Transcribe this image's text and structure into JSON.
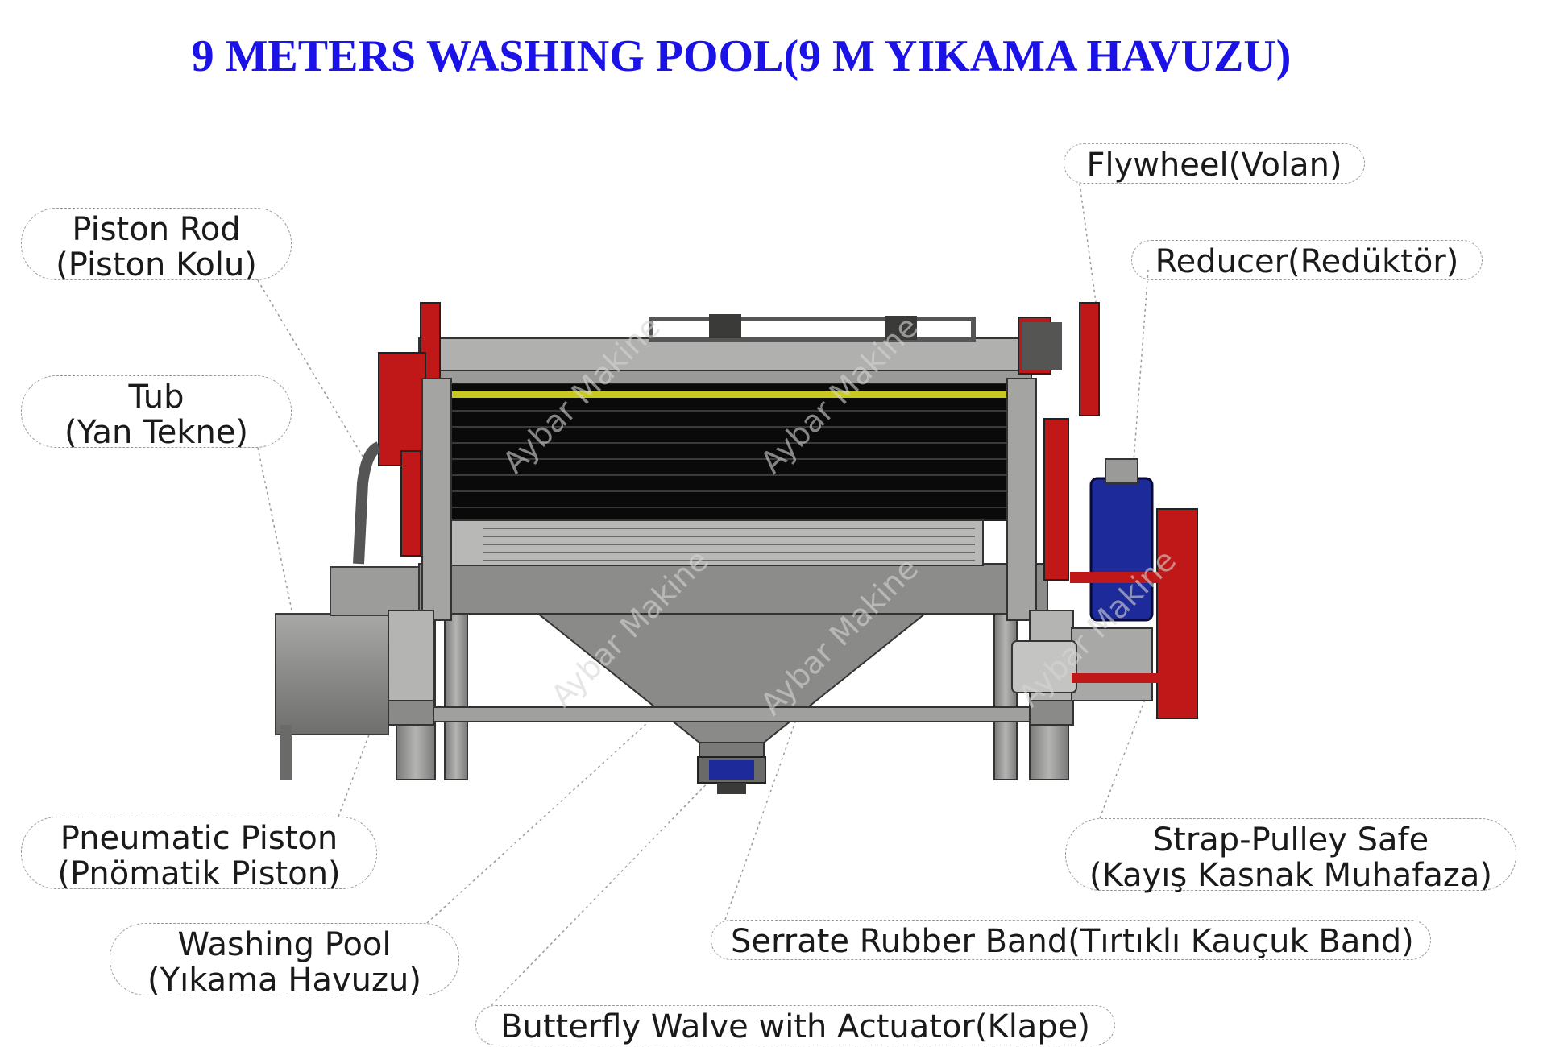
{
  "title": "9 METERS WASHING POOL(9 M YIKAMA HAVUZU)",
  "watermark": "Aybar Makine",
  "colors": {
    "title": "#1a12e6",
    "frame_red": "#c01818",
    "steel": "#8a8a88",
    "belt_dark": "#0a0a0a",
    "motor_blue": "#1c2a9a",
    "belt_yellow": "#c8c820"
  },
  "callouts": {
    "piston_rod": {
      "line1": "Piston Rod",
      "line2": "(Piston Kolu)"
    },
    "tub": {
      "line1": "Tub",
      "line2": "(Yan Tekne)"
    },
    "pneumatic_piston": {
      "line1": "Pneumatic Piston",
      "line2": "(Pnömatik Piston)"
    },
    "washing_pool": {
      "line1": "Washing Pool",
      "line2": "(Yıkama Havuzu)"
    },
    "butterfly_valve": {
      "line1": "Butterfly Walve with Actuator(Klape)"
    },
    "serrate_band": {
      "line1": "Serrate Rubber Band(Tırtıklı Kauçuk Band)"
    },
    "strap_pulley": {
      "line1": "Strap-Pulley Safe",
      "line2": "(Kayış Kasnak Muhafaza)"
    },
    "flywheel": {
      "line1": "Flywheel(Volan)"
    },
    "reducer": {
      "line1": "Reducer(Redüktör)"
    }
  }
}
